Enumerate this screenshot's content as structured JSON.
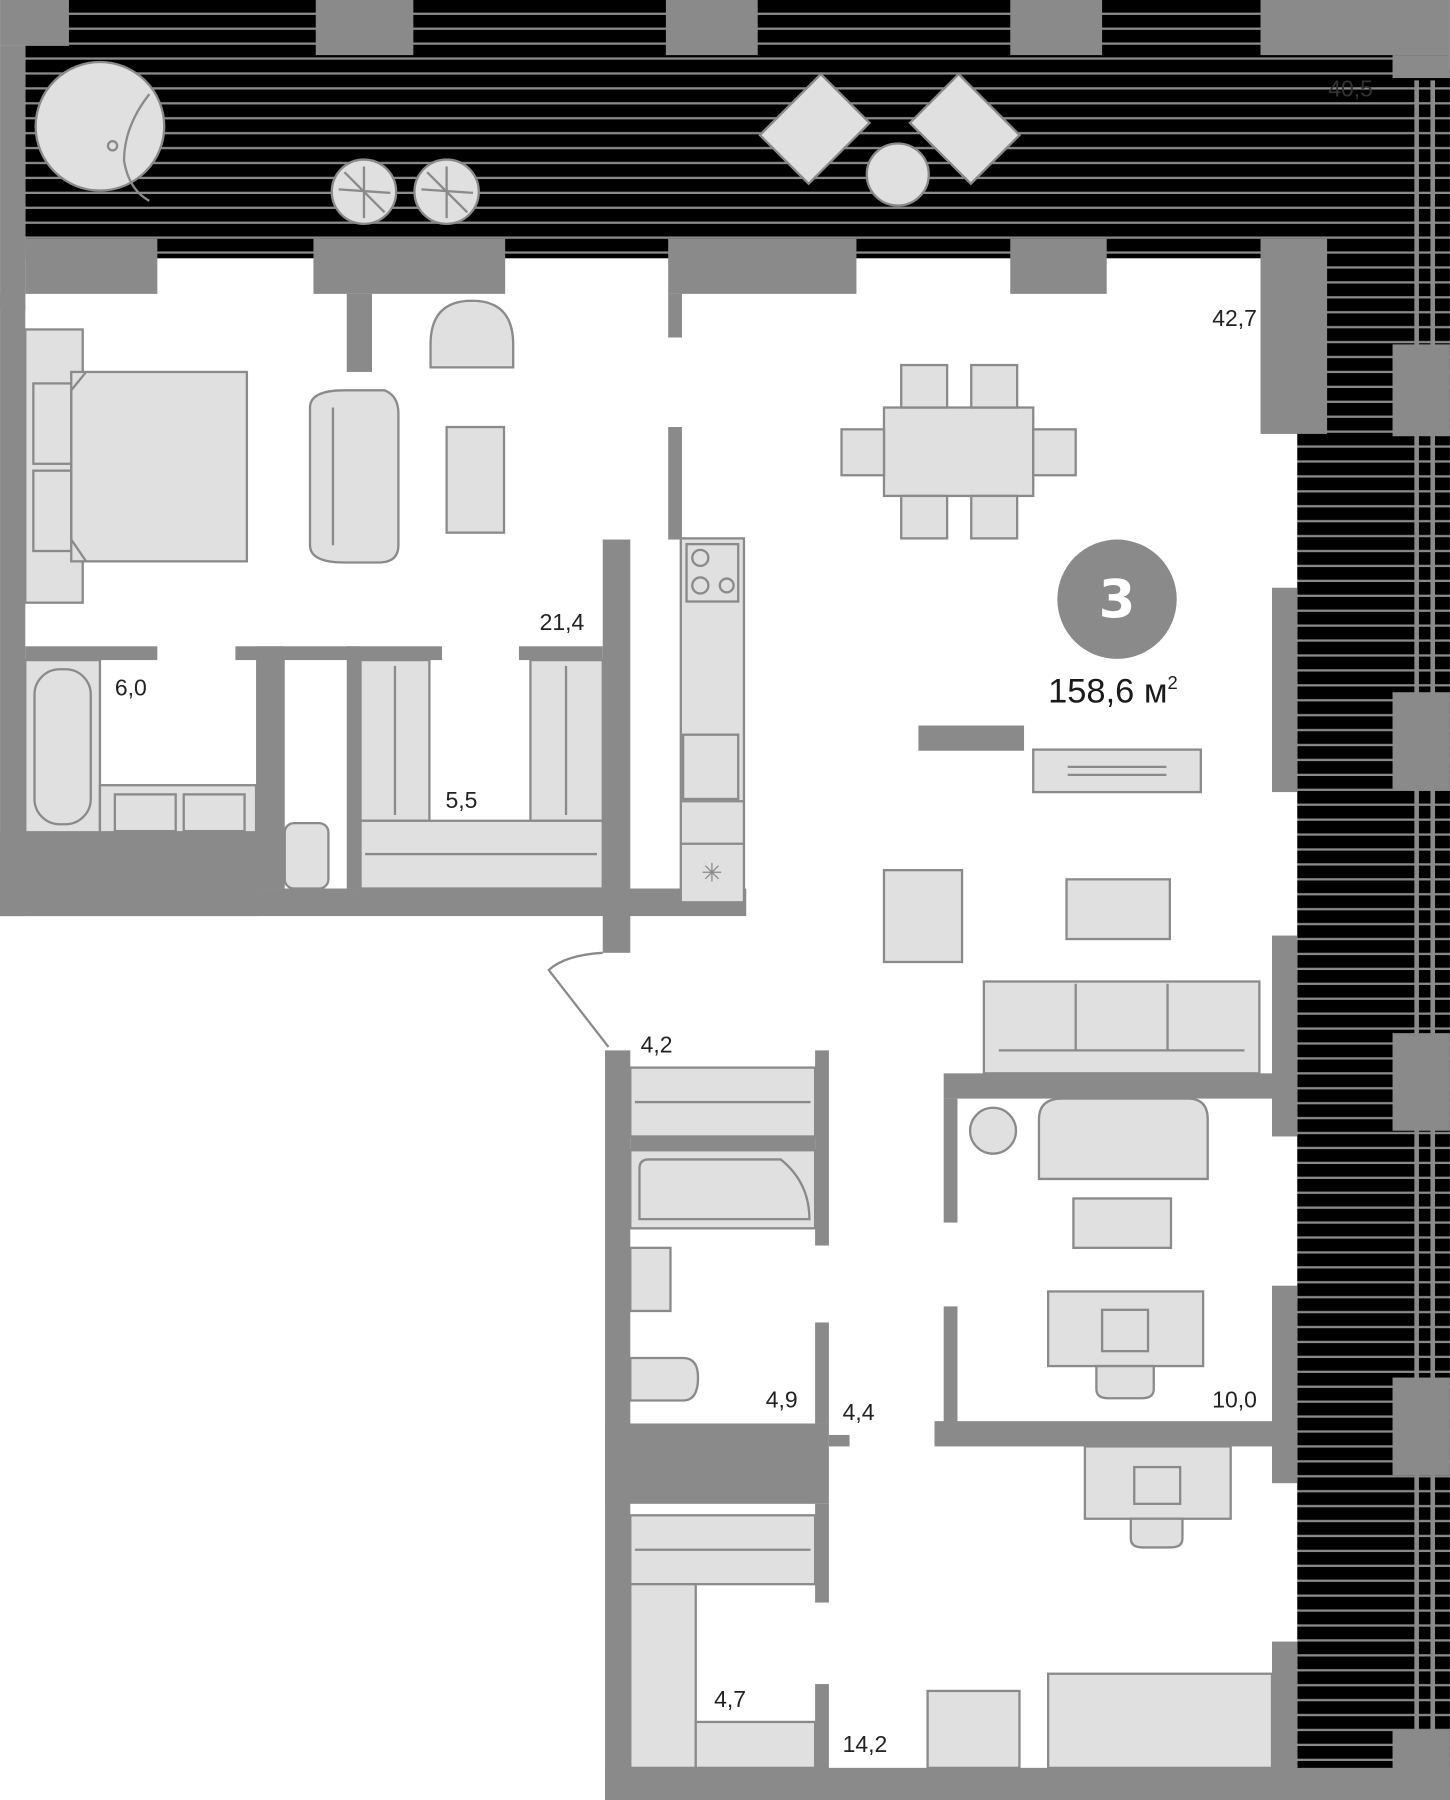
{
  "plan": {
    "rooms_count": "3",
    "total_area": "158,6 м²",
    "total_area_value": "158,6",
    "total_area_unit": "м",
    "total_area_sup": "2",
    "colors": {
      "wall": "#8a8a8a",
      "furniture_fill": "#e0e0e0",
      "balcony_floor": "#000000",
      "badge": "#8a8a8a",
      "text": "#222222"
    },
    "rooms": [
      {
        "id": "balcony",
        "area": "40,5"
      },
      {
        "id": "living-kitchen",
        "area": "42,7"
      },
      {
        "id": "bedroom-master",
        "area": "21,4"
      },
      {
        "id": "bathroom-master",
        "area": "6,0"
      },
      {
        "id": "wardrobe-master",
        "area": "5,5"
      },
      {
        "id": "wardrobe-hall",
        "area": "4,2"
      },
      {
        "id": "bathroom-2",
        "area": "4,9"
      },
      {
        "id": "corridor",
        "area": "4,4"
      },
      {
        "id": "study",
        "area": "10,0"
      },
      {
        "id": "wardrobe-2",
        "area": "4,7"
      },
      {
        "id": "bedroom-2",
        "area": "14,2"
      }
    ]
  }
}
